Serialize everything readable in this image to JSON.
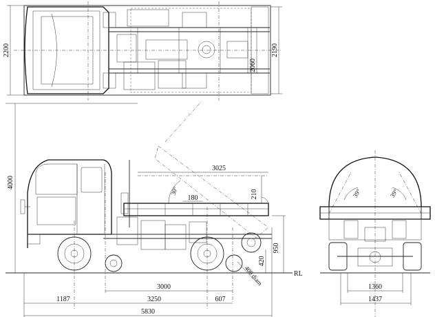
{
  "drawing": {
    "top_view": {
      "overall_width": "2200",
      "body_width": "2190",
      "inner_width": "2060"
    },
    "side_view": {
      "overall_height": "4000",
      "bed_length": "3025",
      "tilt_angle": "30°",
      "side_height": "210",
      "tailgate_offset": "180",
      "platform_height": "950",
      "under_height": "420",
      "drum_dia": "400 diam",
      "reference_line": "RL",
      "bed_to_front": "3000",
      "front_overhang": "1187",
      "wheelbase": "3250",
      "rear_overhang": "607",
      "overall_length": "5830"
    },
    "rear_view": {
      "angle_left": "39°",
      "angle_right": "39°",
      "track_inner": "1360",
      "track_outer": "1437"
    }
  }
}
